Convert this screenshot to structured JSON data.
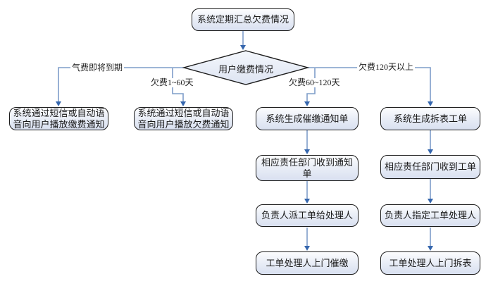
{
  "flow": {
    "start": {
      "text": "系统定期汇总欠费情况"
    },
    "decision": {
      "text": "用户缴费情况"
    },
    "branch_labels": {
      "gas_due_soon": "气费即将到期",
      "arrears_1_60": "欠费1~60天",
      "arrears_60_120": "欠费60~120天",
      "arrears_120_plus": "欠费120天以上"
    },
    "nodes": {
      "notify_payment": "系统通过短信或自动语音向用户播放缴费通知",
      "notify_arrears": "系统通过短信或自动语音向用户播放欠费通知",
      "gen_collection_notice": "系统生成催缴通知单",
      "dept_receive_notice": "相应责任部门收到通知单",
      "leader_dispatch_order": "负责人派工单给处理人",
      "handler_door_collect": "工单处理人上门催缴",
      "gen_meter_removal_order": "系统生成拆表工单",
      "dept_receive_order": "相应责任部门收到工单",
      "leader_assign_handler": "负责人指定工单处理人",
      "handler_door_remove": "工单处理人上门拆表"
    }
  },
  "colors": {
    "connector_line": "#7f9dc9",
    "arrowhead": "#3566ad",
    "node_border": "#1c1c1c",
    "node_fill_top": "#fcfdfe",
    "node_fill_bottom": "#d9e0f0",
    "diamond_fill": "#e7ecf6",
    "background": "#ffffff",
    "text": "#1a1a1a"
  }
}
